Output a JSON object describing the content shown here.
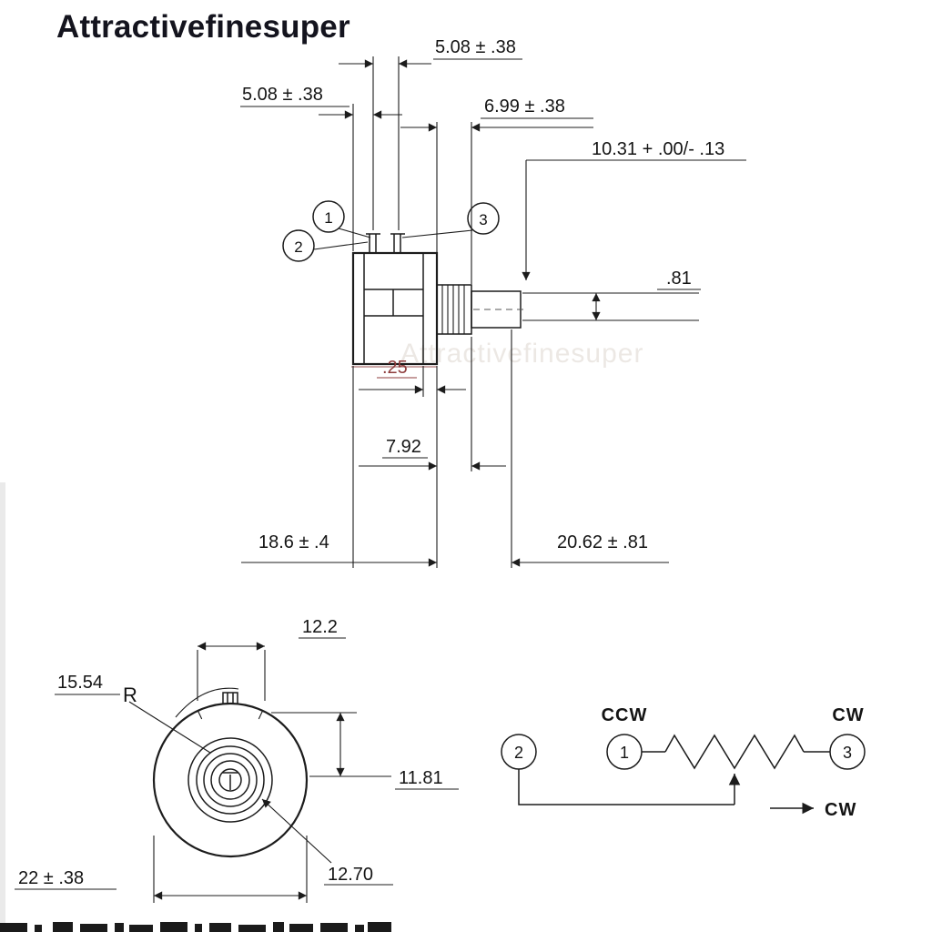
{
  "brand": "Attractivefinesuper",
  "watermark": "Attractivefinesuper",
  "colors": {
    "line": "#1c1c1c",
    "accent_red": "#8e3b3b",
    "brand_text": "#14141e"
  },
  "side_view": {
    "callout_1": "1",
    "callout_2": "2",
    "callout_3": "3",
    "dim_top_pin_pitch": "5.08 ± .38",
    "dim_left_pin_offset": "5.08 ± .38",
    "dim_bushing_length": "6.99 ± .38",
    "dim_shaft_length": "10.31 + .00/- .13",
    "dim_slot_width": ".81",
    "dim_flange": ".25",
    "dim_pin_row": "7.92",
    "dim_body_depth": "18.6 ± .4",
    "dim_body_length": "20.62 ± .81"
  },
  "front_view": {
    "dim_tab_width": "12.2",
    "dim_radius": "15.54",
    "dim_radius_letter": "R",
    "dim_center_height": "11.81",
    "dim_outer_diameter": "22 ± .38",
    "dim_shaft_diameter": "12.70"
  },
  "schematic": {
    "terminal_2": "2",
    "terminal_1": "1",
    "terminal_3": "3",
    "label_ccw": "CCW",
    "label_cw": "CW",
    "label_cw_rotation": "CW"
  }
}
